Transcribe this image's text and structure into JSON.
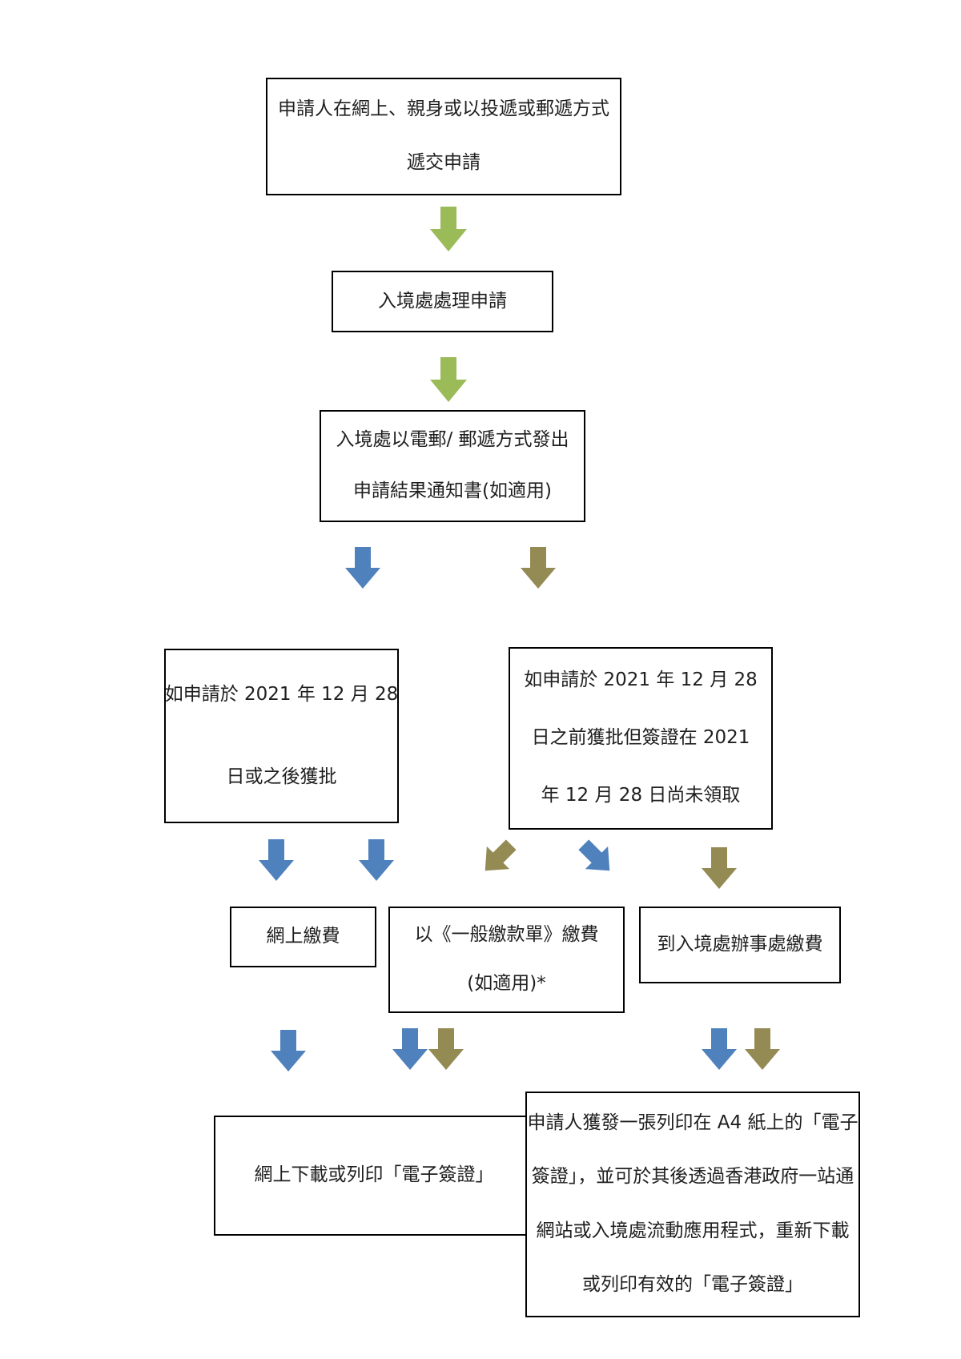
{
  "colors": {
    "green": "#9BBB59",
    "blue": "#4F81BD",
    "olive": "#948A54",
    "box_border": "#000000",
    "text": "#1F1F1F"
  },
  "icons": {
    "green_arrow": "down-block-arrow",
    "blue_arrow": "down-block-arrow",
    "olive_arrow": "down-block-arrow",
    "olive_diag_arrow": "down-left-block-arrow",
    "blue_diag_arrow": "down-right-block-arrow"
  },
  "nodes": {
    "submit": {
      "lines": [
        "申請人在網上、親身或以投遞或郵遞方式",
        "遞交申請"
      ]
    },
    "process": {
      "lines": [
        "入境處處理申請"
      ]
    },
    "notify": {
      "lines": [
        "入境處以電郵/ 郵遞方式發出",
        "申請結果通知書(如適用)"
      ]
    },
    "approved_on_or_after": {
      "lines": [
        "如申請於 2021 年 12 月 28",
        "日或之後獲批"
      ]
    },
    "approved_before_uncollected": {
      "lines": [
        "如申請於 2021 年 12 月 28",
        "日之前獲批但簽證在 2021",
        "年 12 月 28 日尚未領取"
      ]
    },
    "pay_online": {
      "lines": [
        "網上繳費"
      ]
    },
    "pay_demand_note": {
      "lines": [
        "以《一般繳款單》繳費",
        "(如適用)*"
      ]
    },
    "pay_office": {
      "lines": [
        "到入境處辦事處繳費"
      ]
    },
    "evisa_online": {
      "lines": [
        "網上下載或列印「電子簽證」"
      ]
    },
    "evisa_paper": {
      "lines": [
        "申請人獲發一張列印在 A4 紙上的「電子",
        "簽證」，並可於其後透過香港政府一站通",
        "網站或入境處流動應用程式，重新下載",
        "或列印有效的「電子簽證」"
      ]
    }
  }
}
